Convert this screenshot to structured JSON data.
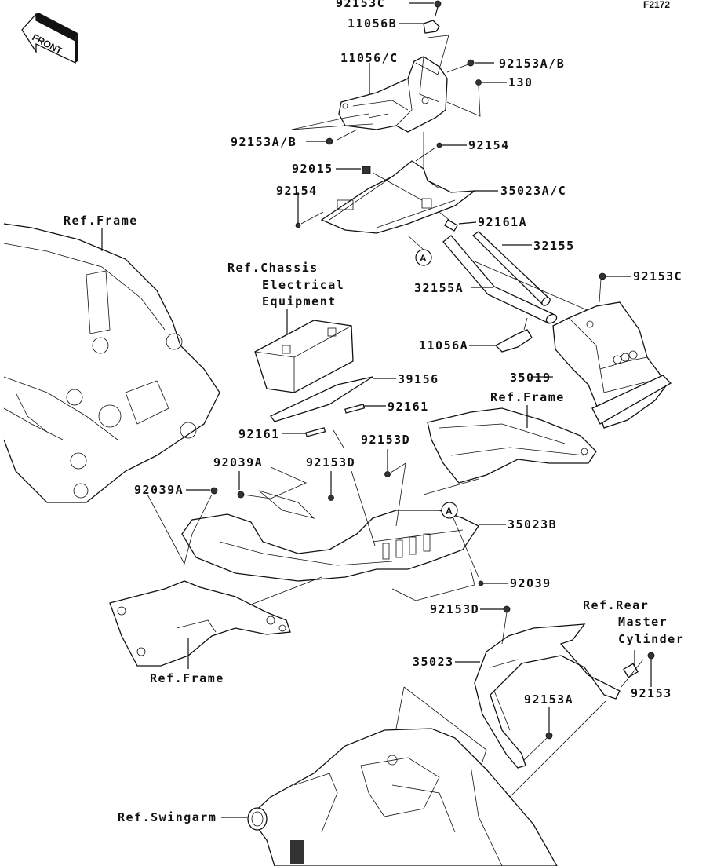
{
  "figure_id": "F2172",
  "front_indicator": "FRONT",
  "labels": {
    "p92153C_top": "92153C",
    "p11056B": "11056B",
    "p11056C": "11056/C",
    "p92153AB_right": "92153A/B",
    "p130": "130",
    "p92153AB_left": "92153A/B",
    "p92154_right": "92154",
    "p92015": "92015",
    "p92154_left": "92154",
    "p35023AC": "35023A/C",
    "p92161A": "92161A",
    "p32155": "32155",
    "p32155A": "32155A",
    "p92153C_right": "92153C",
    "p11056A": "11056A",
    "p35019": "35019",
    "p39156": "39156",
    "p92161_right": "92161",
    "p92161_left": "92161",
    "p92153D_a": "92153D",
    "p92153D_b": "92153D",
    "p92039A_a": "92039A",
    "p92039A_b": "92039A",
    "p35023B": "35023B",
    "p92039": "92039",
    "p92153D_c": "92153D",
    "p35023": "35023",
    "p92153A": "92153A",
    "p92153": "92153"
  },
  "references": {
    "frame_top": "Ref.Frame",
    "chassis_line1": "Ref.Chassis",
    "chassis_line2": "Electrical",
    "chassis_line3": "Equipment",
    "frame_right": "Ref.Frame",
    "frame_bottom": "Ref.Frame",
    "rear_line1": "Ref.Rear",
    "rear_line2": "Master",
    "rear_line3": "Cylinder",
    "swingarm": "Ref.Swingarm"
  },
  "callouts": {
    "a1": "A",
    "a2": "A"
  }
}
